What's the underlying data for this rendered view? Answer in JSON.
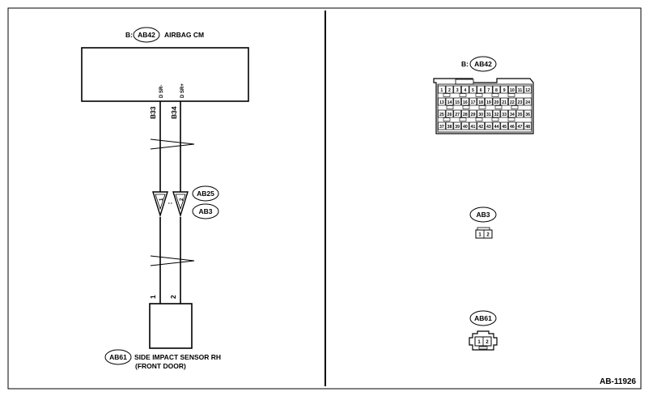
{
  "figure_id": "AB-11926",
  "left_panel": {
    "control_module": {
      "prefix": "B:",
      "connector": "AB42",
      "name": "AIRBAG CM",
      "terminals": [
        "D SR-",
        "D SR+"
      ],
      "pins": [
        "B33",
        "B34"
      ]
    },
    "inline_connector": {
      "names": [
        "AB25",
        "AB3"
      ],
      "pins": [
        "1",
        "2"
      ]
    },
    "sensor": {
      "connector": "AB61",
      "name": "SIDE IMPACT SENSOR RH",
      "location": "(FRONT DOOR)",
      "pins": [
        "1",
        "2"
      ]
    }
  },
  "right_panel": {
    "ab42": {
      "prefix": "B:",
      "name": "AB42",
      "rows": [
        [
          "1",
          "2",
          "3",
          "4",
          "5",
          "6",
          "7",
          "8",
          "9",
          "10",
          "11",
          "12"
        ],
        [
          "13",
          "14",
          "15",
          "16",
          "17",
          "18",
          "19",
          "20",
          "21",
          "22",
          "23",
          "24"
        ],
        [
          "25",
          "26",
          "27",
          "28",
          "29",
          "30",
          "31",
          "32",
          "33",
          "34",
          "35",
          "36"
        ],
        [
          "37",
          "38",
          "39",
          "40",
          "41",
          "42",
          "43",
          "44",
          "45",
          "46",
          "47",
          "48"
        ]
      ]
    },
    "ab3": {
      "name": "AB3",
      "pins": [
        "1",
        "2"
      ]
    },
    "ab61": {
      "name": "AB61",
      "pins": [
        "1",
        "2"
      ]
    }
  },
  "colors": {
    "line": "#000000",
    "background": "#ffffff"
  }
}
